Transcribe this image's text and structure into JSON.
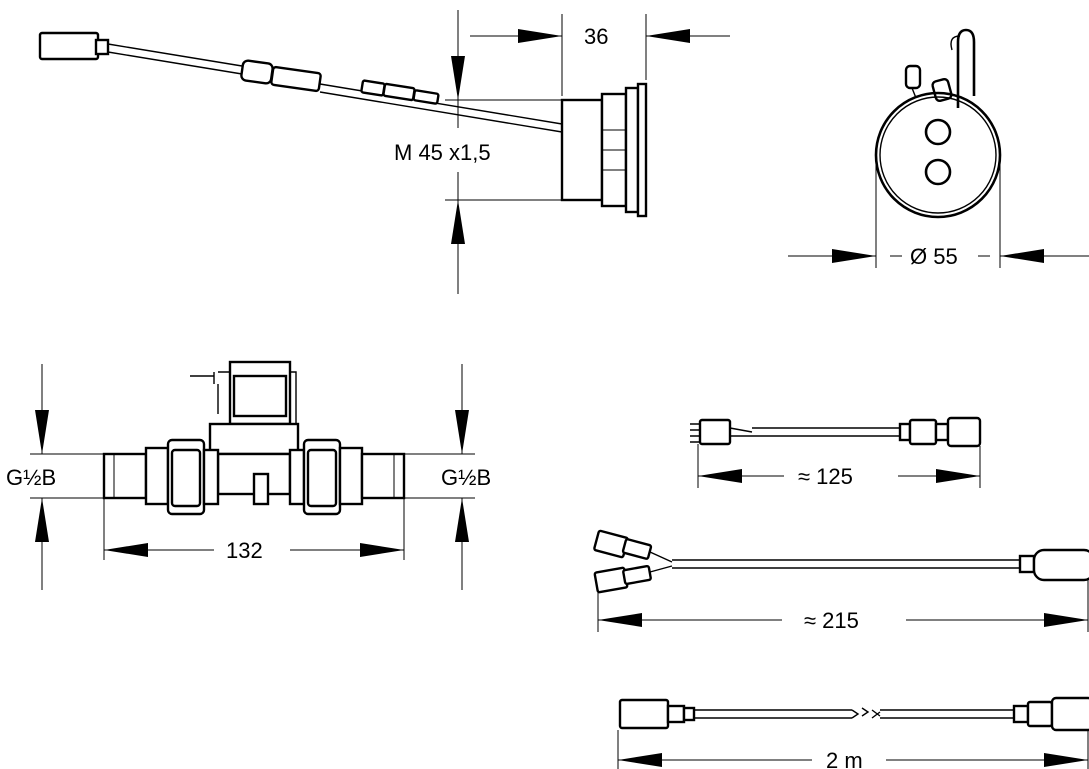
{
  "labels": {
    "sensor_depth": "36",
    "thread": "M 45 x1,5",
    "diameter": "Ø 55",
    "valve_thread_left": "G½B",
    "valve_thread_right": "G½B",
    "valve_length": "132",
    "cable_short": "≈ 125",
    "cable_medium": "≈ 215",
    "cable_long": "2 m"
  },
  "colors": {
    "line": "#000000",
    "background": "#ffffff"
  }
}
